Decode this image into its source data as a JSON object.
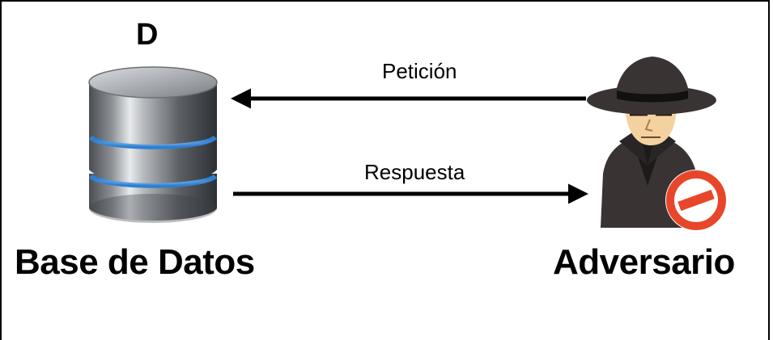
{
  "database": {
    "letter": "D",
    "title": "Base de Datos",
    "icon": "database-icon"
  },
  "adversary": {
    "title": "Adversario",
    "icon": "spy-icon",
    "badge_icon": "forbidden-icon"
  },
  "arrows": {
    "request_label": "Petición",
    "response_label": "Respuesta"
  },
  "colors": {
    "db_ring": "#3a8fd8",
    "forbidden": "#e8462a",
    "stroke": "#000000"
  }
}
